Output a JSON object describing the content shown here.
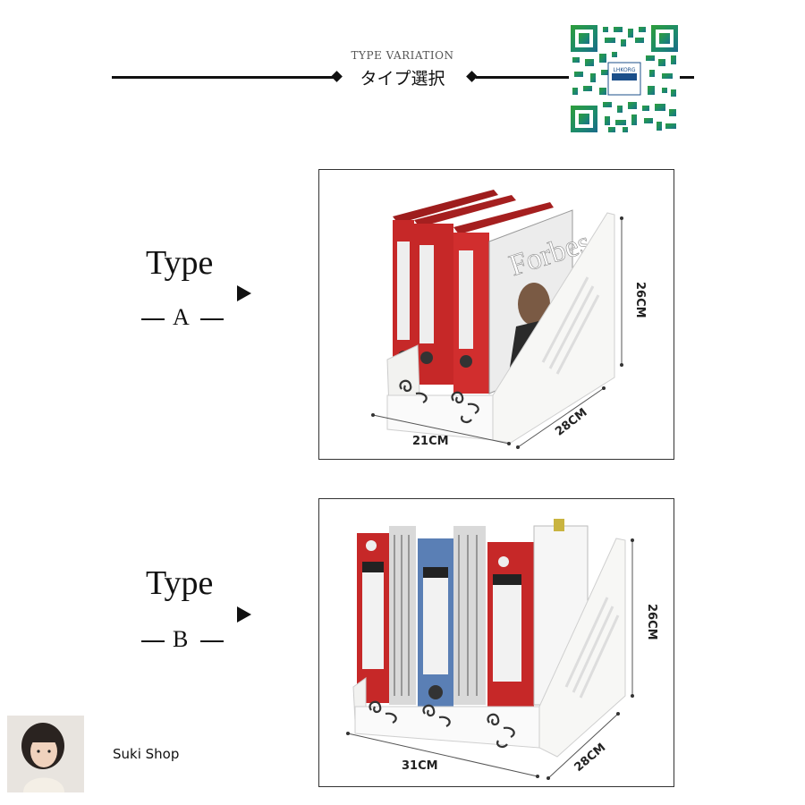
{
  "header": {
    "subtitle_en": "TYPE VARIATION",
    "title_jp": "タイプ選択"
  },
  "qr": {
    "badge_text": "LHKORG"
  },
  "type_a": {
    "word": "Type",
    "letter": "A",
    "dims": {
      "height": "26CM",
      "width": "21CM",
      "depth": "28CM"
    },
    "magazine": "Forbes"
  },
  "type_b": {
    "word": "Type",
    "letter": "B",
    "dims": {
      "height": "26CM",
      "width": "31CM",
      "depth": "28CM"
    }
  },
  "shop": {
    "name": "Suki Shop"
  },
  "colors": {
    "binder_red": "#c62828",
    "binder_blue": "#5a7fb5",
    "organizer_white": "#f4f4f2"
  }
}
